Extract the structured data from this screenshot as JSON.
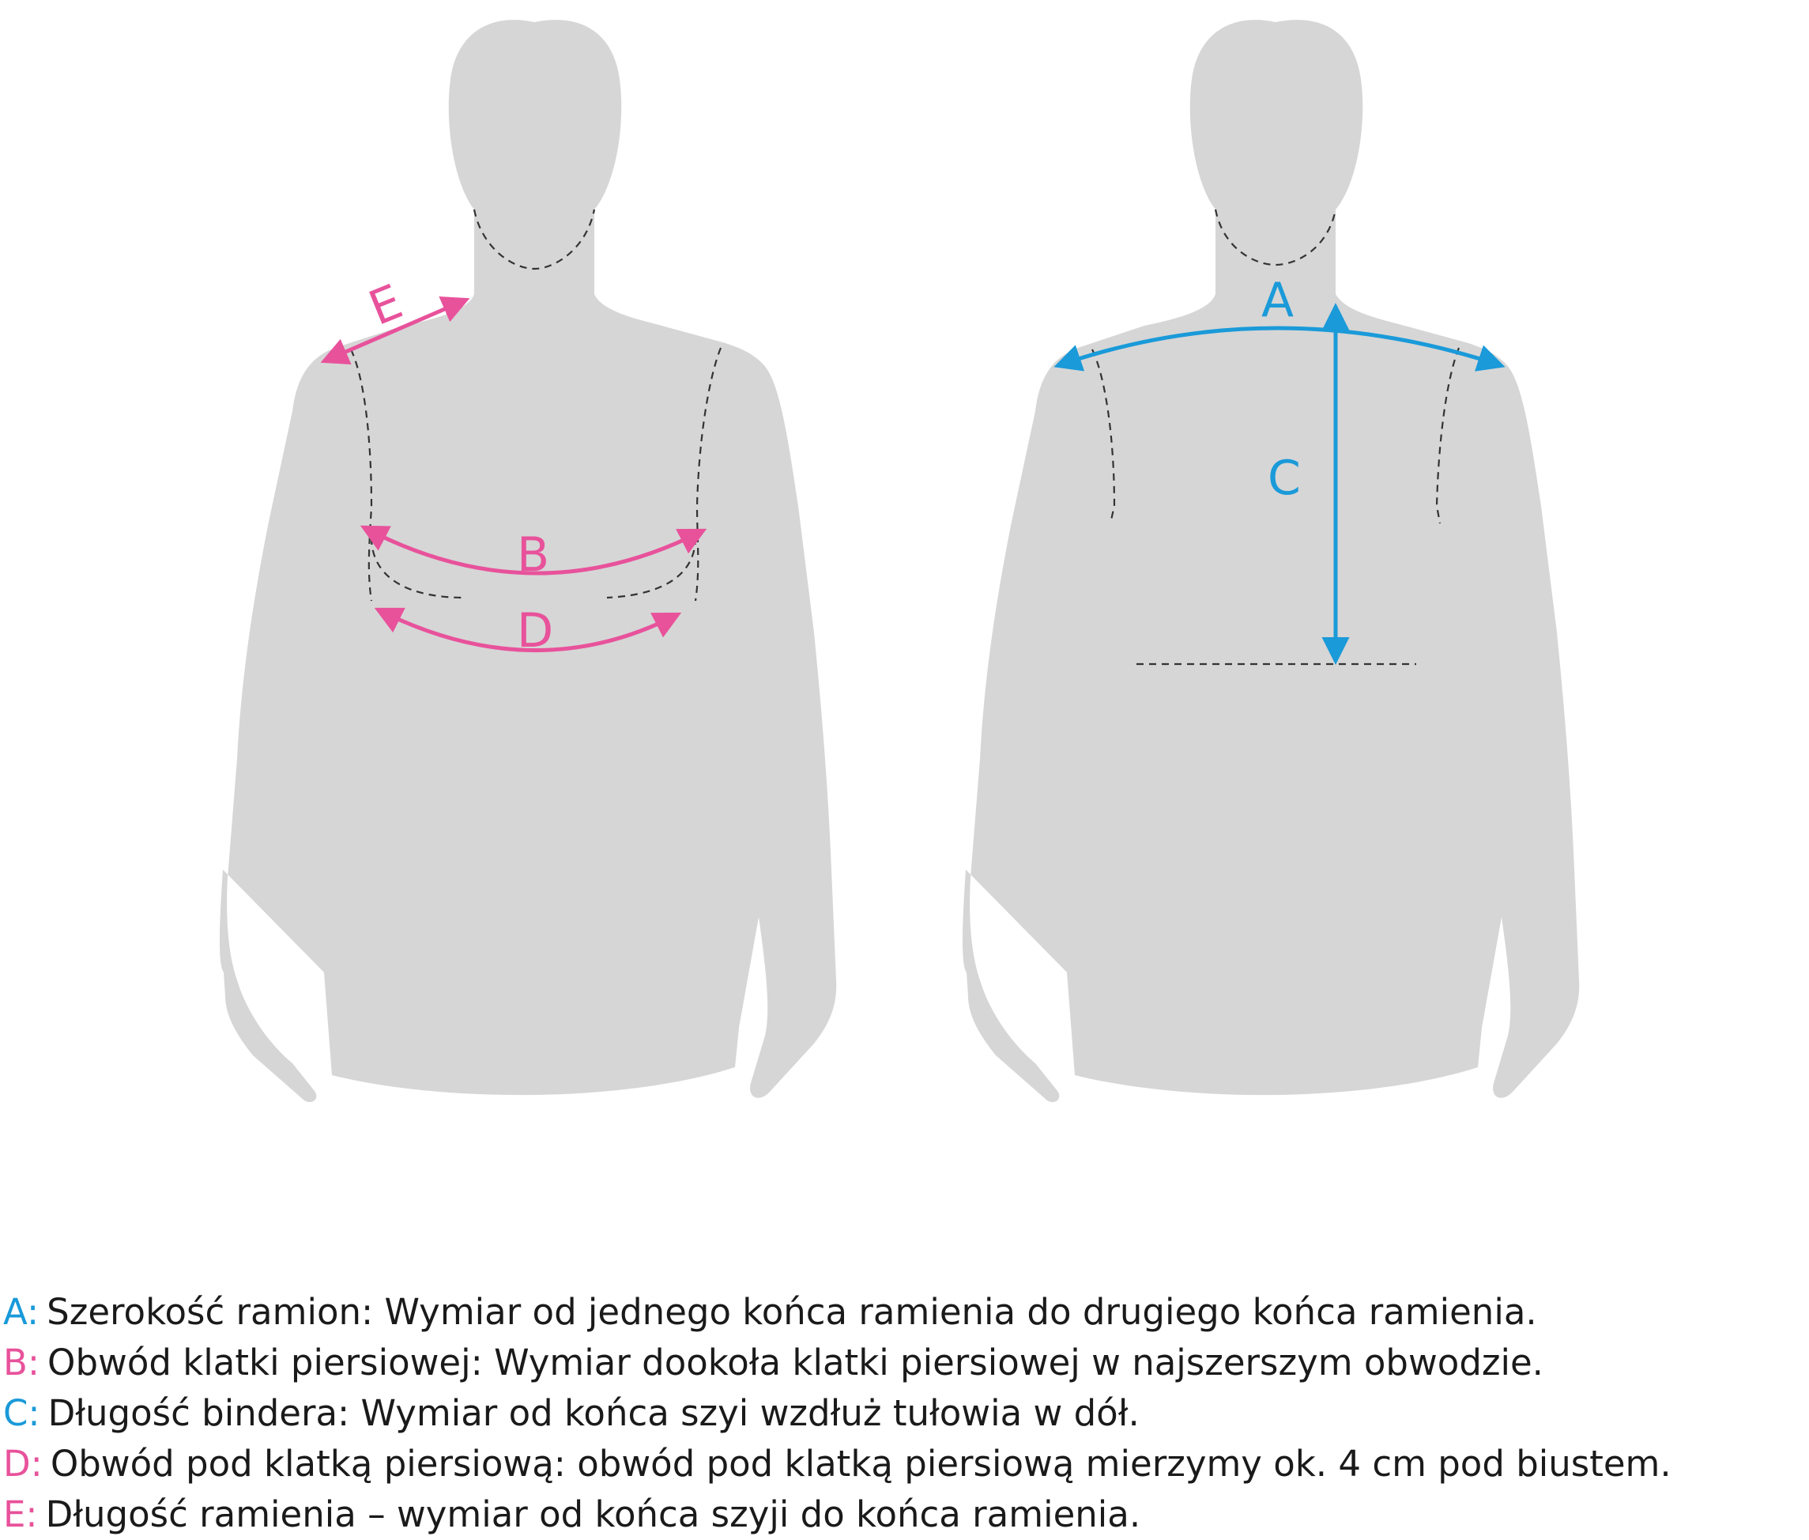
{
  "colors": {
    "pink": "#e8529b",
    "blue": "#1a9ad9",
    "silhouette": "#d6d6d6",
    "text": "#1a1a1a"
  },
  "labels": {
    "A": "A",
    "B": "B",
    "C": "C",
    "D": "D",
    "E": "E"
  },
  "legend": [
    {
      "key": "A:",
      "color": "blue",
      "text": "Szerokość ramion: Wymiar od jednego końca ramienia do drugiego końca ramienia."
    },
    {
      "key": "B:",
      "color": "pink",
      "text": "Obwód klatki piersiowej: Wymiar dookoła klatki piersiowej w najszerszym obwodzie."
    },
    {
      "key": "C:",
      "color": "blue",
      "text": "Długość bindera: Wymiar od końca szyi wzdłuż tułowia w dół."
    },
    {
      "key": "D:",
      "color": "pink",
      "text": "Obwód pod klatką piersiową: obwód pod klatką piersiową mierzymy ok. 4 cm pod biustem."
    },
    {
      "key": "E:",
      "color": "pink",
      "text": "Długość ramienia – wymiar od końca szyji do końca ramienia."
    }
  ]
}
